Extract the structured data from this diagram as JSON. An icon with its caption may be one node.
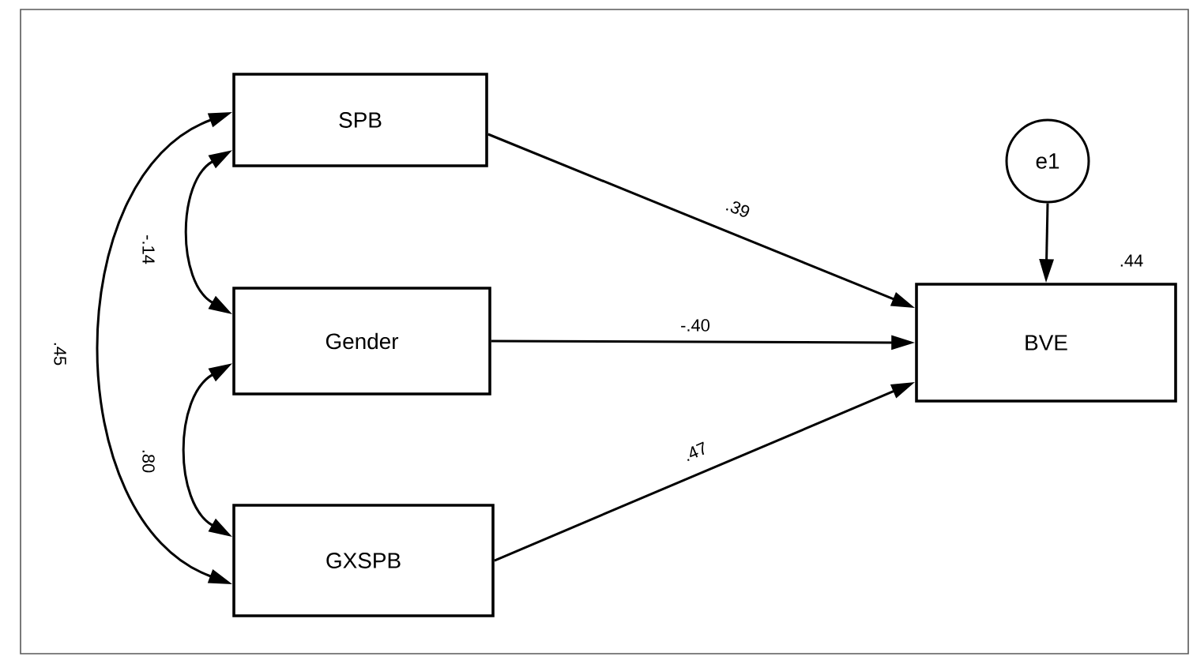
{
  "diagram": {
    "nodes": [
      {
        "text": [
          "SPB"
        ]
      },
      {
        "text": [
          "Gender"
        ]
      },
      {
        "text": [
          "GXSPB"
        ]
      },
      {
        "text": [
          "BVE"
        ],
        "beside": [
          ".44"
        ]
      },
      {
        "text": [
          "e1"
        ]
      }
    ],
    "edges": [
      {
        "from": 0,
        "to": 3,
        "arrow": "to",
        "label": ".39"
      },
      {
        "from": 1,
        "to": 3,
        "arrow": "to",
        "label": "-.40"
      },
      {
        "from": 2,
        "to": 3,
        "arrow": "to",
        "label": ".47"
      },
      {
        "from": 4,
        "to": 3,
        "arrow": "to"
      },
      {
        "from": 0,
        "to": 1,
        "arrow": "both",
        "label": "-.14"
      },
      {
        "from": 1,
        "to": 2,
        "arrow": "both",
        "label": ".80"
      },
      {
        "from": 0,
        "to": 2,
        "arrow": "both",
        "label": ".45"
      }
    ]
  }
}
